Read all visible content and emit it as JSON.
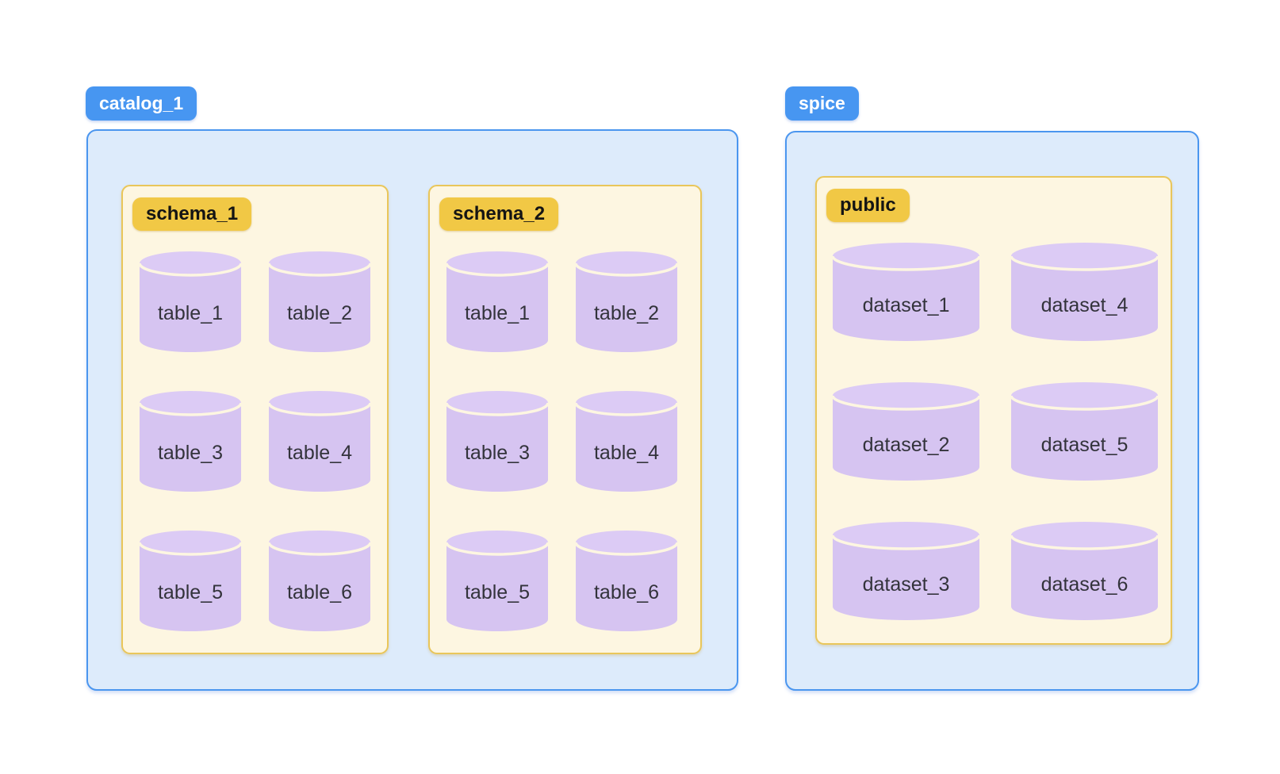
{
  "colors": {
    "page_background": "#ffffff",
    "group_badge_bg": "#4796f1",
    "group_badge_text": "#ffffff",
    "group_box_bg": "#ddebfb",
    "group_box_border": "#4b96ef",
    "schema_box_bg": "#fdf6e1",
    "schema_box_border": "#e9c65a",
    "schema_badge_bg": "#f1c845",
    "schema_badge_text": "#141414",
    "cylinder_body": "#d6c4f1",
    "cylinder_top": "#dccbf5",
    "cylinder_separator": "#fdf6e1",
    "item_text": "#33333b"
  },
  "groups": [
    {
      "id": "catalog_1",
      "badge": "catalog_1",
      "schemas": [
        {
          "id": "schema_1",
          "badge": "schema_1",
          "item_kind": "table",
          "columns": [
            [
              "table_1",
              "table_3",
              "table_5"
            ],
            [
              "table_2",
              "table_4",
              "table_6"
            ]
          ]
        },
        {
          "id": "schema_2",
          "badge": "schema_2",
          "item_kind": "table",
          "columns": [
            [
              "table_1",
              "table_3",
              "table_5"
            ],
            [
              "table_2",
              "table_4",
              "table_6"
            ]
          ]
        }
      ]
    },
    {
      "id": "spice",
      "badge": "spice",
      "schemas": [
        {
          "id": "public",
          "badge": "public",
          "item_kind": "dataset",
          "columns": [
            [
              "dataset_1",
              "dataset_2",
              "dataset_3"
            ],
            [
              "dataset_4",
              "dataset_5",
              "dataset_6"
            ]
          ]
        }
      ]
    }
  ]
}
